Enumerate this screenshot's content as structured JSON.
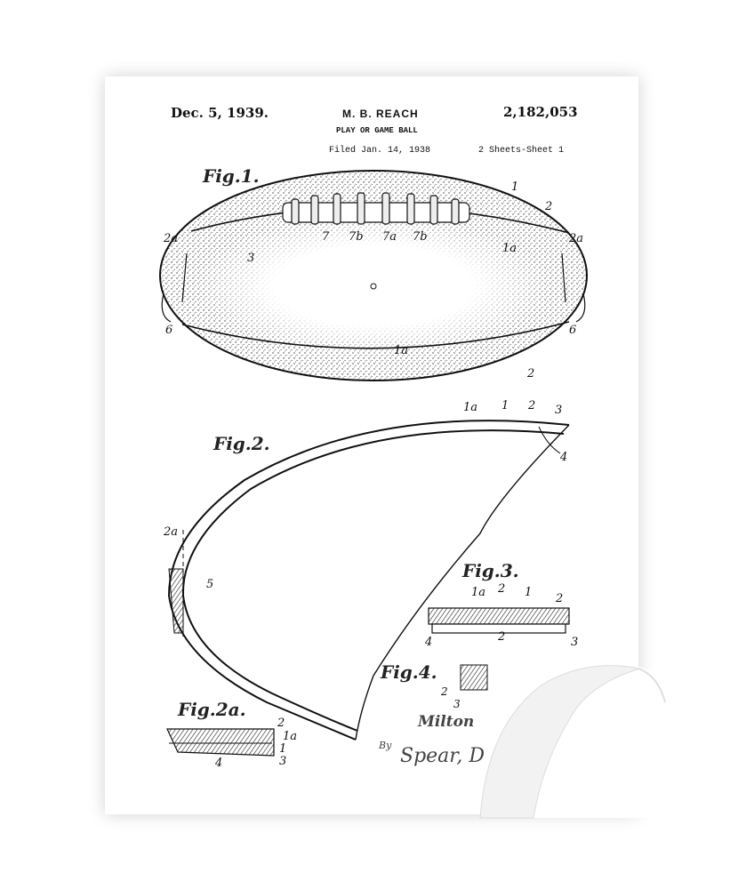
{
  "header": {
    "date": "Dec. 5, 1939.",
    "inventor": "M. B. REACH",
    "patent_number": "2,182,053",
    "subject": "PLAY OR GAME BALL",
    "filed": "Filed Jan. 14, 1938",
    "sheets": "2 Sheets-Sheet 1"
  },
  "figures": {
    "fig1": "Fig.1.",
    "fig2": "Fig.2.",
    "fig2a": "Fig.2a.",
    "fig3": "Fig.3.",
    "fig4": "Fig.4."
  },
  "signature": {
    "name_partial": "Milton",
    "by": "By",
    "attorney_partial": "Spear, D"
  },
  "colors": {
    "ink": "#111111",
    "paper": "#ffffff",
    "shadow": "#d9d9d9"
  }
}
